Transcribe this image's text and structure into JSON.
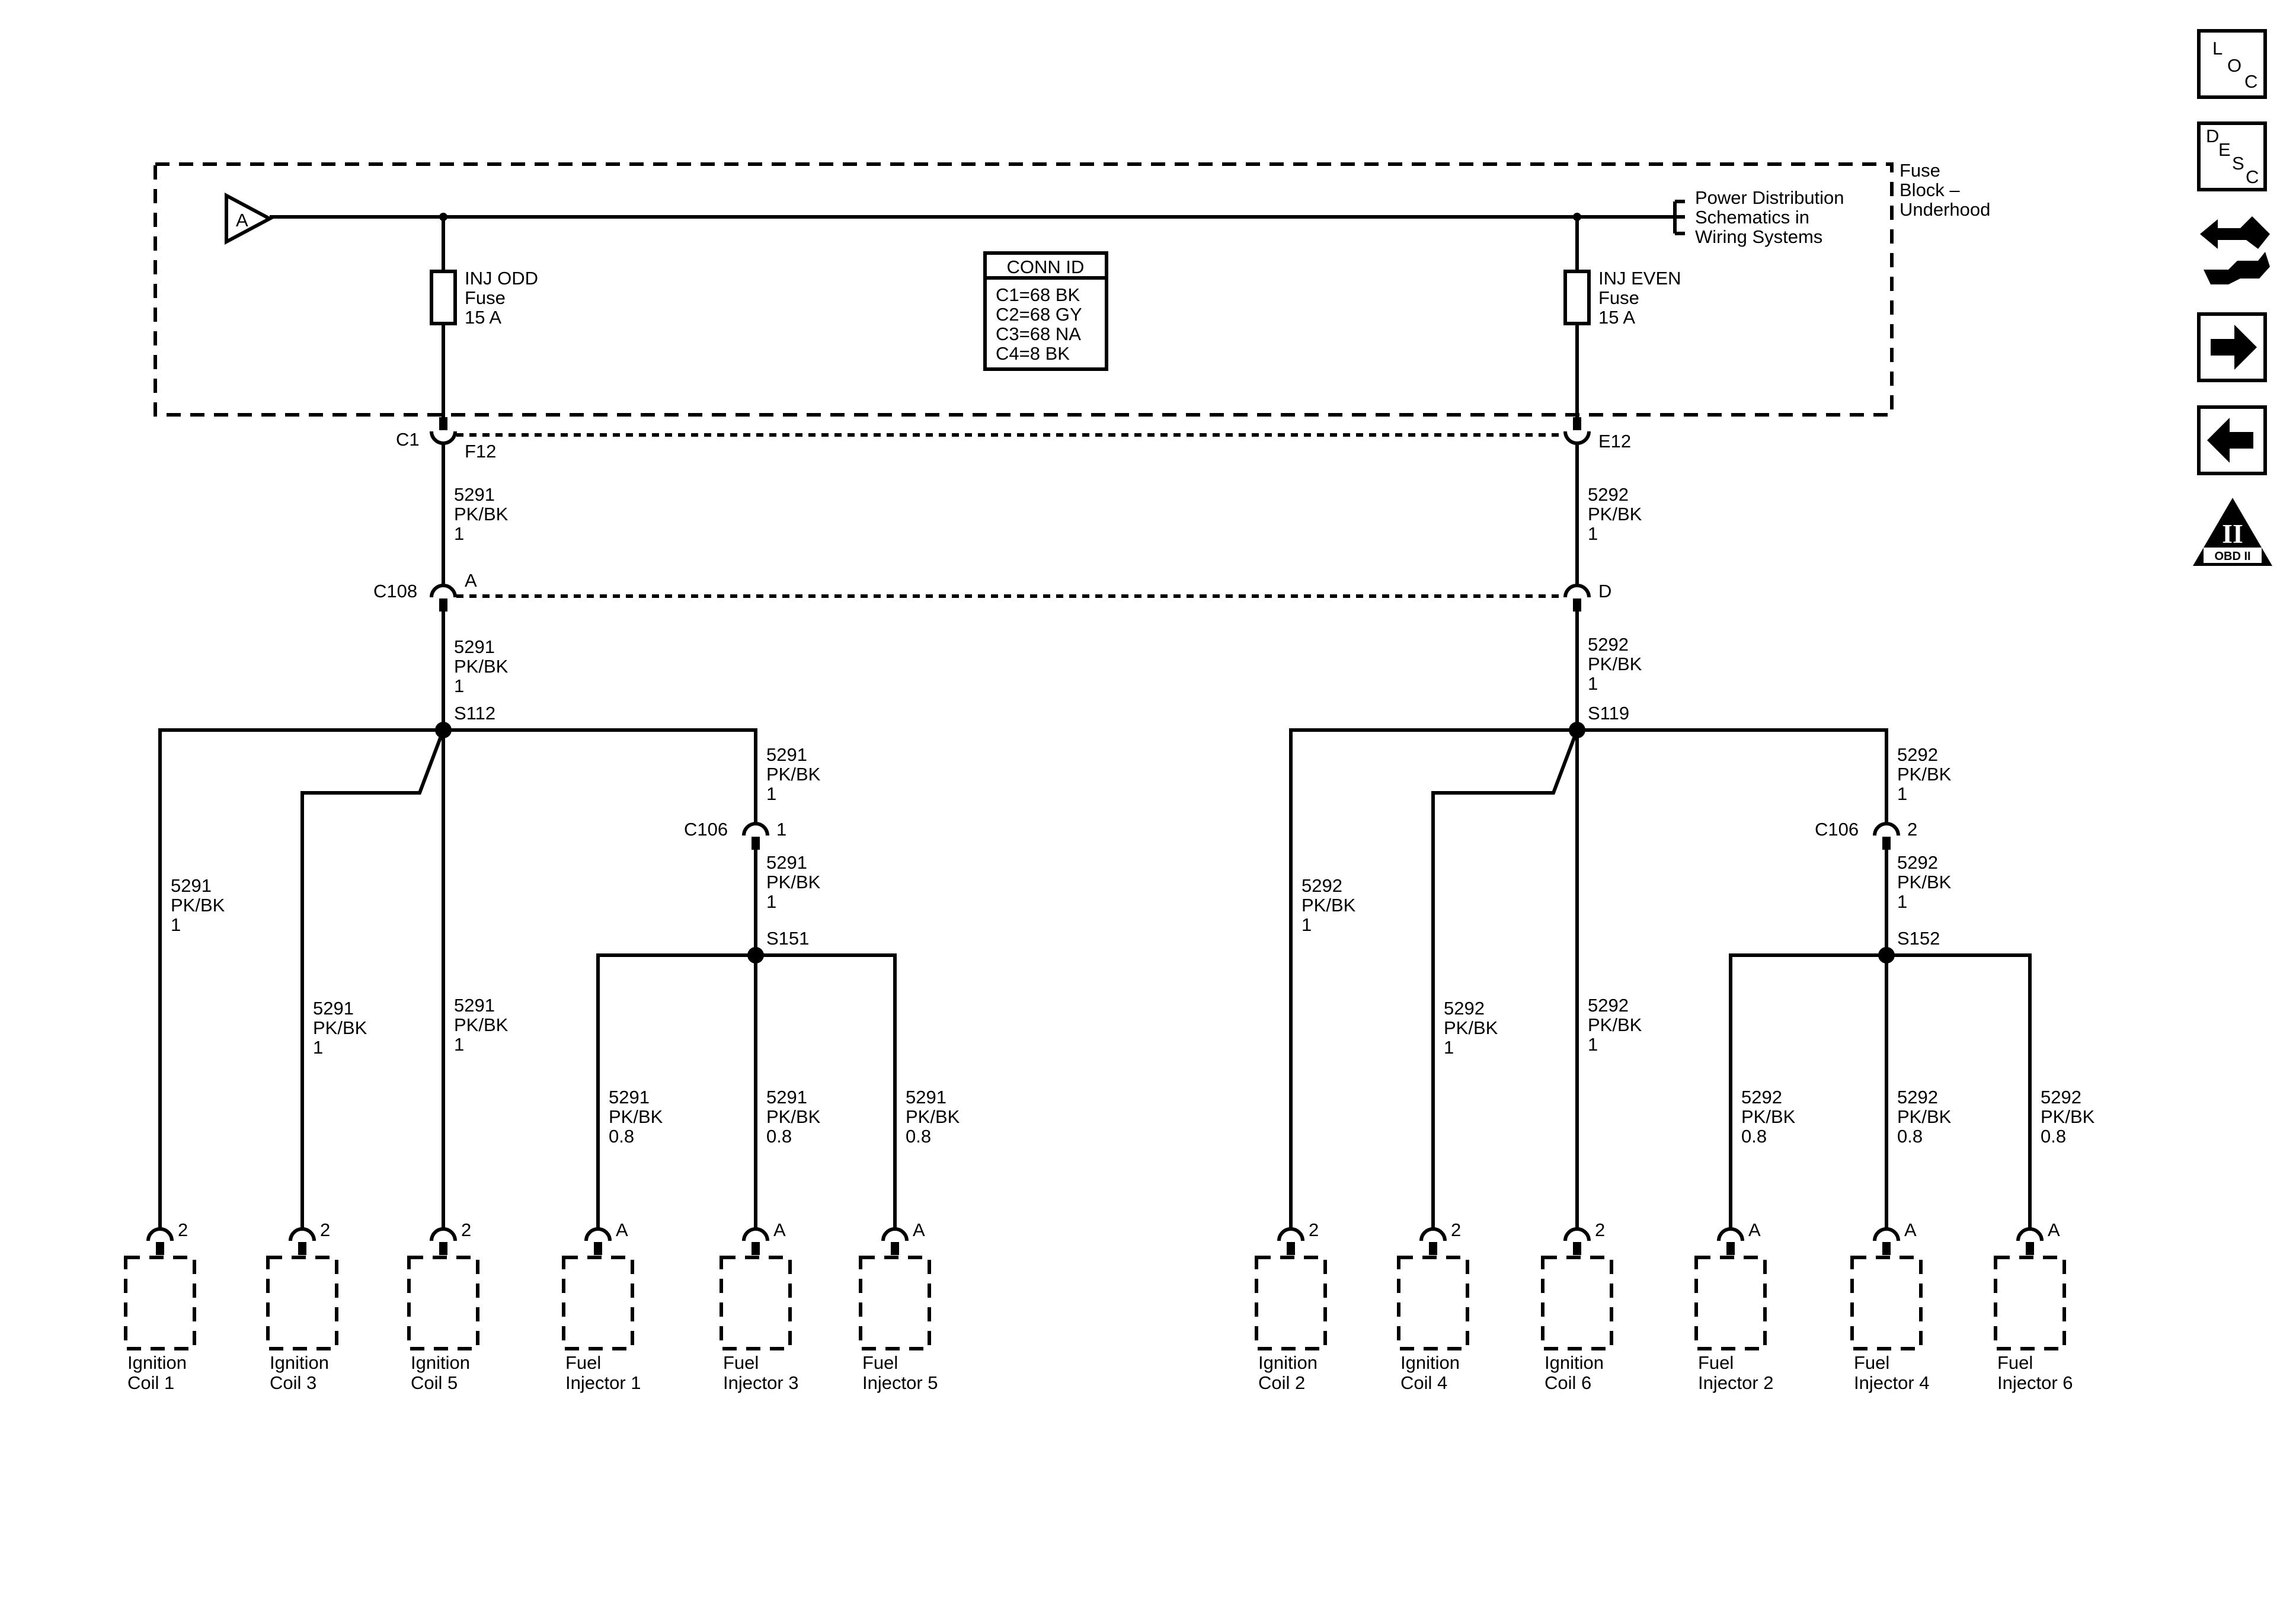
{
  "fuse_block": {
    "name_line1": "Fuse",
    "name_line2": "Block –",
    "name_line3": "Underhood",
    "power_ref": "A",
    "power_note_line1": "Power Distribution",
    "power_note_line2": "Schematics in",
    "power_note_line3": "Wiring Systems",
    "fuse_odd": {
      "name": "INJ ODD",
      "type": "Fuse",
      "rating": "15 A"
    },
    "fuse_even": {
      "name": "INJ EVEN",
      "type": "Fuse",
      "rating": "15 A"
    },
    "conn_id": {
      "title": "CONN ID",
      "rows": [
        "C1=68 BK",
        "C2=68 GY",
        "C3=68 NA",
        "C4=8 BK"
      ]
    }
  },
  "connectors": {
    "c1": "C1",
    "f12": "F12",
    "e12": "E12",
    "c108": "C108",
    "c108_a": "A",
    "c108_d": "D",
    "c106_left": "C106",
    "c106_left_pin": "1",
    "c106_right": "C106",
    "c106_right_pin": "2"
  },
  "splices": {
    "s112": "S112",
    "s119": "S119",
    "s151": "S151",
    "s152": "S152"
  },
  "wire_labels": {
    "odd_circuit": "5291",
    "even_circuit": "5292",
    "color": "PK/BK",
    "gauge_1": "1",
    "gauge_08": "0.8"
  },
  "components": [
    {
      "line1": "Ignition",
      "line2": "Coil 1",
      "pin": "2"
    },
    {
      "line1": "Ignition",
      "line2": "Coil 3",
      "pin": "2"
    },
    {
      "line1": "Ignition",
      "line2": "Coil 5",
      "pin": "2"
    },
    {
      "line1": "Fuel",
      "line2": "Injector 1",
      "pin": "A"
    },
    {
      "line1": "Fuel",
      "line2": "Injector 3",
      "pin": "A"
    },
    {
      "line1": "Fuel",
      "line2": "Injector 5",
      "pin": "A"
    },
    {
      "line1": "Ignition",
      "line2": "Coil 2",
      "pin": "2"
    },
    {
      "line1": "Ignition",
      "line2": "Coil 4",
      "pin": "2"
    },
    {
      "line1": "Ignition",
      "line2": "Coil 6",
      "pin": "2"
    },
    {
      "line1": "Fuel",
      "line2": "Injector 2",
      "pin": "A"
    },
    {
      "line1": "Fuel",
      "line2": "Injector 4",
      "pin": "A"
    },
    {
      "line1": "Fuel",
      "line2": "Injector 6",
      "pin": "A"
    }
  ],
  "toolbar": {
    "loc_l": "L",
    "loc_o": "O",
    "loc_c": "C",
    "desc_d": "D",
    "desc_e": "E",
    "desc_s": "S",
    "desc_c": "C",
    "obd_numeral": "II",
    "obd_label": "OBD II",
    "icons": [
      "loc-icon",
      "desc-icon",
      "connector-wrench-icon",
      "next-arrow-icon",
      "previous-arrow-icon",
      "obd-ii-icon"
    ]
  }
}
